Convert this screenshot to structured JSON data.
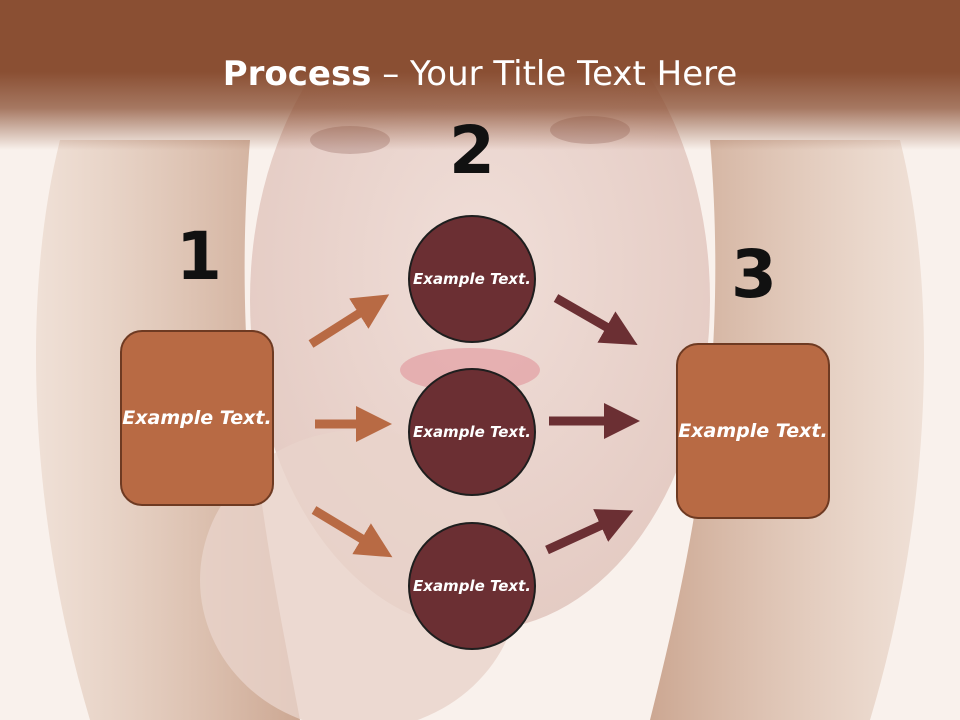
{
  "title": {
    "bold": "Process",
    "rest": " – Your Title Text Here"
  },
  "steps": [
    {
      "number": "1",
      "text": "Example Text."
    },
    {
      "number": "2",
      "items": [
        "Example Text.",
        "Example Text.",
        "Example Text."
      ]
    },
    {
      "number": "3",
      "text": "Example Text."
    }
  ],
  "colors": {
    "header": "#8a4f33",
    "box": "#b86a44",
    "circle": "#6b2f33",
    "arrow_in": "#b86a44",
    "arrow_out": "#6b2f33"
  }
}
